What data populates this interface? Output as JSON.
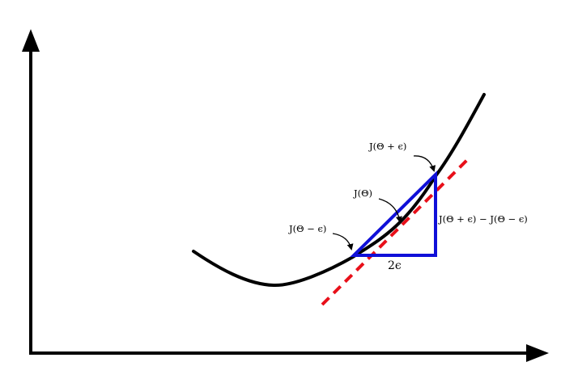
{
  "labels": {
    "j_plus": "J(Θ + ϵ)",
    "j_theta": "J(Θ)",
    "j_minus": "J(Θ − ϵ)",
    "difference": "J(Θ + ϵ) − J(Θ − ϵ)",
    "two_eps": "2ϵ"
  },
  "colors": {
    "axes": "#000000",
    "curve": "#000000",
    "secant_triangle": "#1010d8",
    "tangent": "#e8101a"
  }
}
